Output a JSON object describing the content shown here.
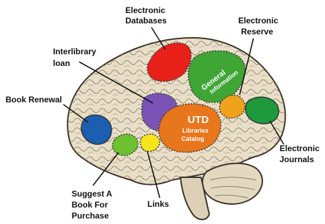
{
  "labels": {
    "electronic_databases": [
      "Electronic",
      "Databases"
    ],
    "electronic_reserve": [
      "Electronic",
      "Reserve"
    ],
    "interlibrary_loan": [
      "Interlibrary",
      "loan"
    ],
    "book_renewal": [
      "Book Renewal"
    ],
    "electronic_journals": [
      "Electronic",
      "Journals"
    ],
    "suggest_a_book": [
      "Suggest A",
      "Book For",
      "Purchase"
    ],
    "links": [
      "Links"
    ]
  },
  "region_text": {
    "general_information": [
      "General",
      "Information"
    ],
    "utd_catalog": [
      "UTD",
      "Libraries",
      "Catalog"
    ]
  },
  "colors": {
    "electronic_databases": "#e8201a",
    "general_information": "#3fa535",
    "interlibrary_loan": "#7b52b5",
    "book_renewal": "#1c5fb0",
    "utd_catalog": "#e8761c",
    "electronic_reserve": "#f0a21c",
    "electronic_journals": "#1e9a3c",
    "suggest_a_book": "#6cc22e",
    "links": "#f4e51c"
  }
}
